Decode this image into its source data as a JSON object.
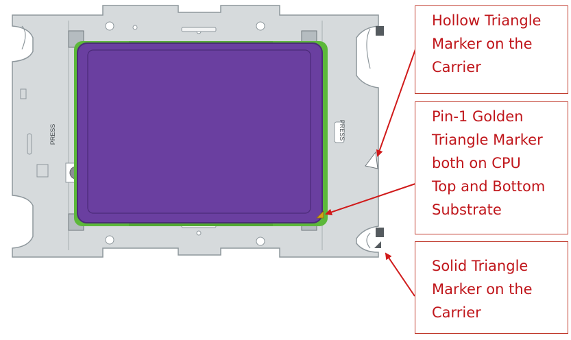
{
  "diagram": {
    "press_left": "PRESS",
    "press_right": "PRESS"
  },
  "callouts": {
    "hollow": [
      "Hollow Triangle",
      "Marker on the",
      "Carrier"
    ],
    "pin1": [
      "Pin-1 Golden",
      "Triangle Marker",
      "both on CPU",
      "Top and Bottom",
      "Substrate"
    ],
    "solid": [
      "Solid Triangle",
      "Marker on the",
      "Carrier"
    ]
  },
  "colors": {
    "carrier": "#d6dadc",
    "carrier_edge": "#8e979c",
    "cpu_purple": "#6a3fa0",
    "cpu_dark": "#4b2b78",
    "substrate_green": "#5cb83a",
    "callout_red": "#c0161b"
  }
}
